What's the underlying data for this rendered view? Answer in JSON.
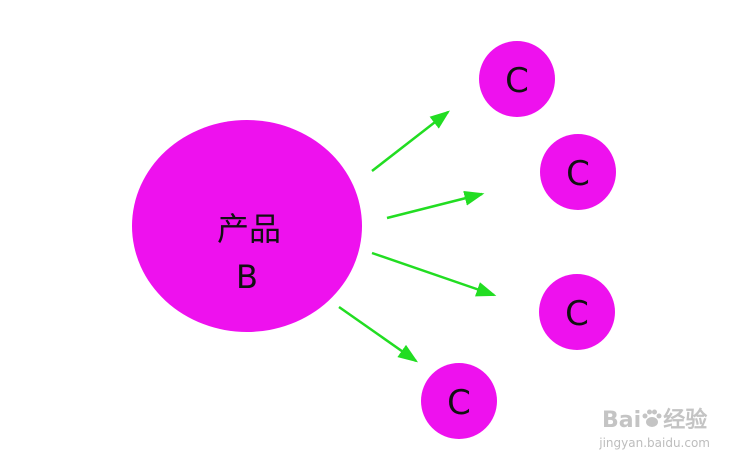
{
  "colors": {
    "node_fill": "#ee11ee",
    "arrow": "#22dd22",
    "text": "#111111"
  },
  "product": {
    "line1": "产品",
    "line2": "B"
  },
  "targets": [
    {
      "label": "C"
    },
    {
      "label": "C"
    },
    {
      "label": "C"
    },
    {
      "label": "C"
    }
  ],
  "watermark": {
    "logo_left": "Bai",
    "logo_right": "经验",
    "paw_icon": "paw-icon",
    "url": "jingyan.baidu.com"
  }
}
